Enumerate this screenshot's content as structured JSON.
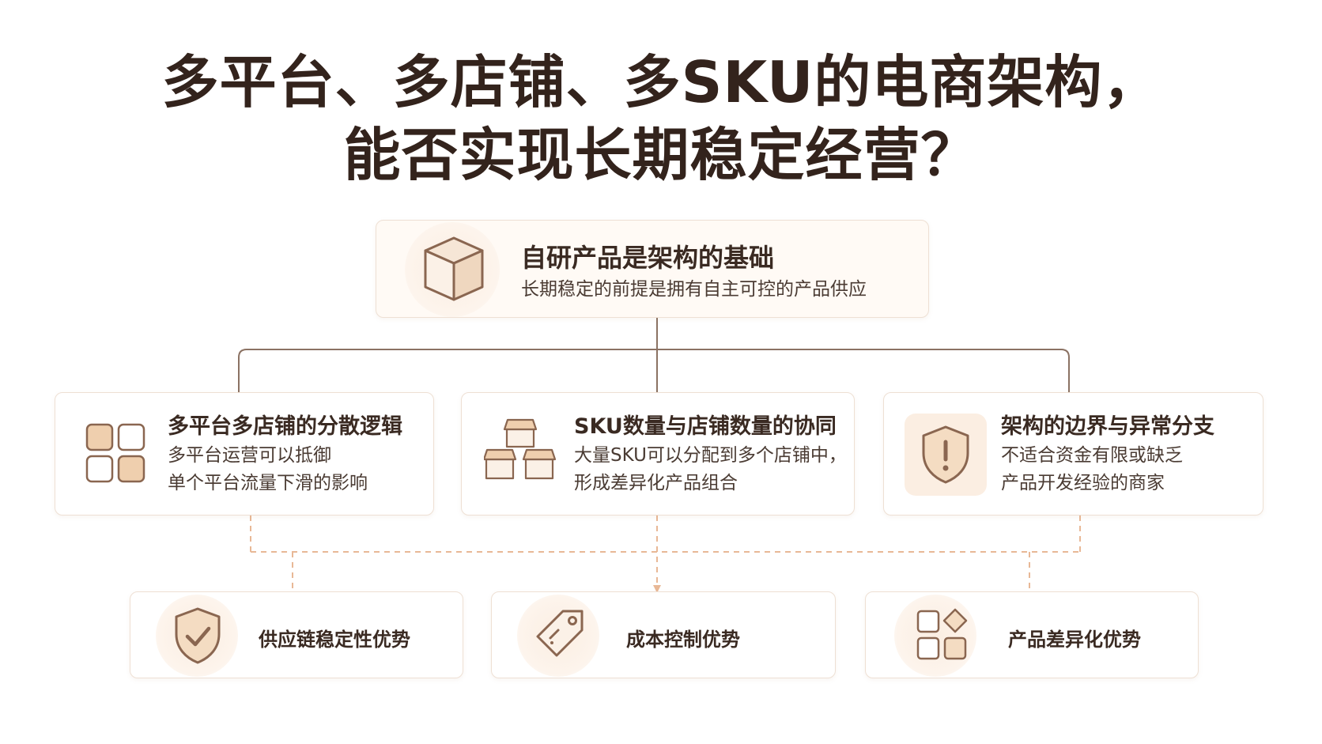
{
  "title": {
    "line1": "多平台、多店铺、多SKU的电商架构，",
    "line2": "能否实现长期稳定经营？"
  },
  "top_card": {
    "icon": "box-icon",
    "title": "自研产品是架构的基础",
    "desc": "长期稳定的前提是拥有自主可控的产品供应"
  },
  "mid_cards": [
    {
      "icon": "grid-blocks-icon",
      "title": "多平台多店铺的分散逻辑",
      "desc_lines": [
        "多平台运营可以抵御",
        "单个平台流量下滑的影响"
      ]
    },
    {
      "icon": "storefronts-icon",
      "title": "SKU数量与店铺数量的协同",
      "desc_lines": [
        "大量SKU可以分配到多个店铺中，",
        "形成差异化产品组合"
      ]
    },
    {
      "icon": "shield-alert-icon",
      "title": "架构的边界与异常分支",
      "desc_lines": [
        "不适合资金有限或缺乏",
        "产品开发经验的商家"
      ]
    }
  ],
  "bottom_cards": [
    {
      "icon": "shield-check-icon",
      "label": "供应链稳定性优势"
    },
    {
      "icon": "price-tag-icon",
      "label": "成本控制优势"
    },
    {
      "icon": "category-blocks-icon",
      "label": "产品差异化优势"
    }
  ],
  "colors": {
    "accent": "#8a6650",
    "connector": "#8b7263",
    "dashed": "#e8b896",
    "icon_fill": "#f4dcc2"
  }
}
